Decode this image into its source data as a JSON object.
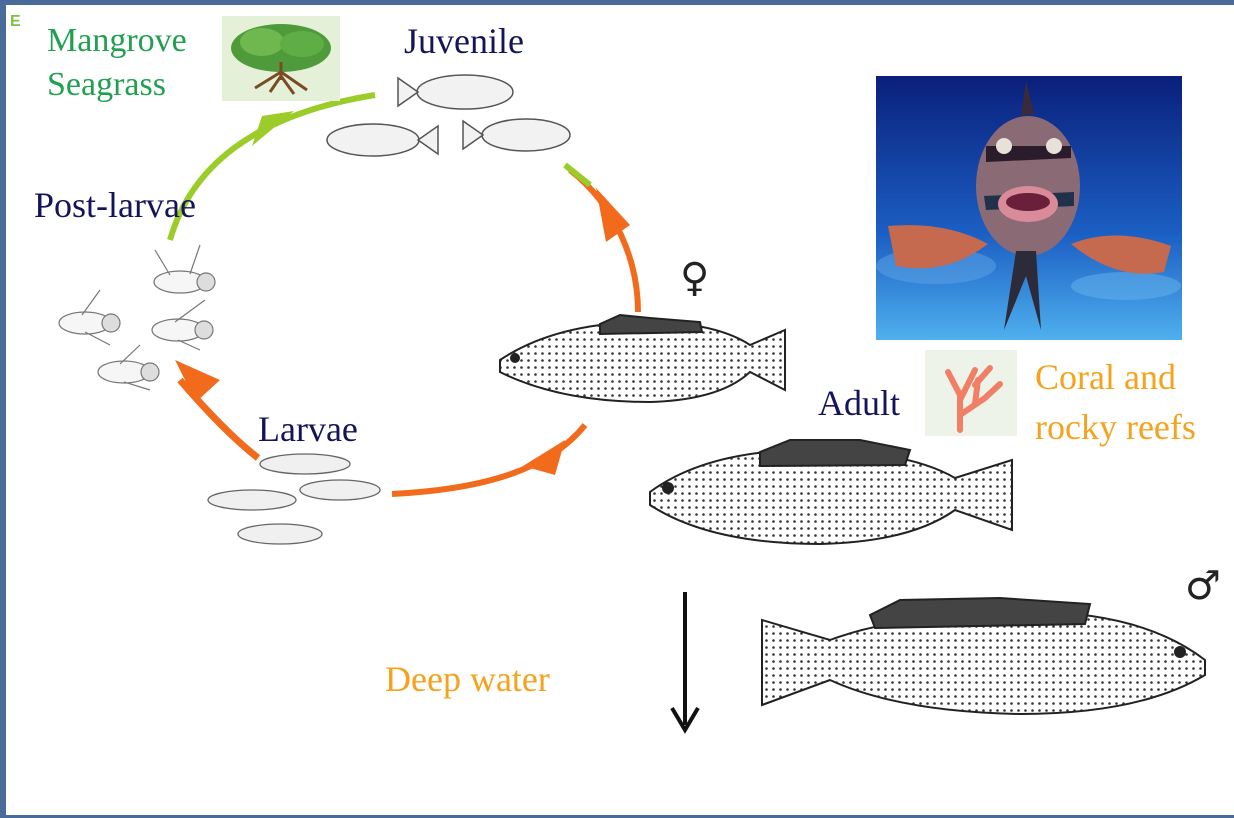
{
  "corner_mark": "E",
  "labels": {
    "mangrove": "Mangrove",
    "seagrass": "Seagrass",
    "juvenile": "Juvenile",
    "post_larvae": "Post-larvae",
    "larvae": "Larvae",
    "adult": "Adult",
    "coral": "Coral and",
    "rocky_reefs": "rocky reefs",
    "deep_water": "Deep water"
  },
  "symbols": {
    "female": "♀",
    "male": "♂"
  },
  "colors": {
    "frame": "#4a6b9a",
    "green_arrow": "#9bcc2a",
    "orange_arrow": "#f26b1d",
    "navy_text": "#14145a",
    "green_text": "#22a052",
    "orange_text": "#f5a21d"
  }
}
